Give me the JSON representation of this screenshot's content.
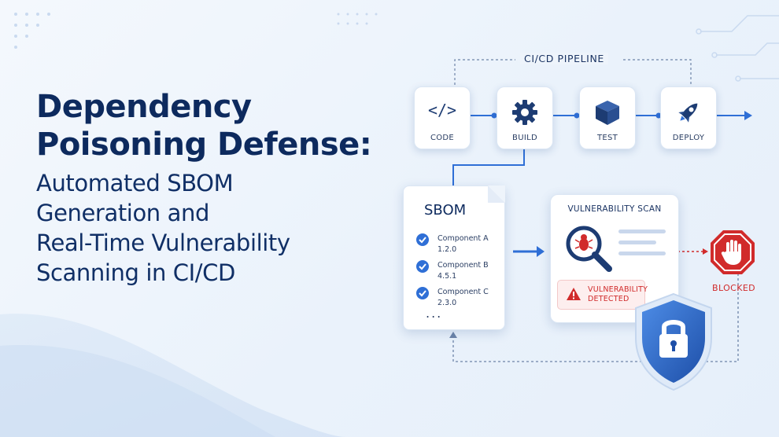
{
  "title": {
    "line1": "Dependency",
    "line2": "Poisoning Defense:",
    "sub1": "Automated SBOM",
    "sub2": "Generation and",
    "sub3": "Real-Time Vulnerability",
    "sub4": "Scanning in CI/CD"
  },
  "pipeline": {
    "label": "CI/CD PIPELINE",
    "stages": [
      {
        "label": "CODE",
        "icon": "code-icon"
      },
      {
        "label": "BUILD",
        "icon": "gear-icon"
      },
      {
        "label": "TEST",
        "icon": "cube-icon"
      },
      {
        "label": "DEPLOY",
        "icon": "rocket-icon"
      }
    ]
  },
  "sbom": {
    "title": "SBOM",
    "components": [
      {
        "name": "Component A",
        "version": "1.2.0"
      },
      {
        "name": "Component B",
        "version": "4.5.1"
      },
      {
        "name": "Component C",
        "version": "2.3.0"
      }
    ],
    "more": "..."
  },
  "scan": {
    "title": "VULNERABILITY SCAN",
    "alert_line1": "VULNERABILITY",
    "alert_line2": "DETECTED"
  },
  "blocked": {
    "label": "BLOCKED"
  },
  "colors": {
    "accent": "#2f6fd6",
    "navy": "#0d2a5e",
    "danger": "#d12b2b",
    "shield": "#2a66c9"
  }
}
